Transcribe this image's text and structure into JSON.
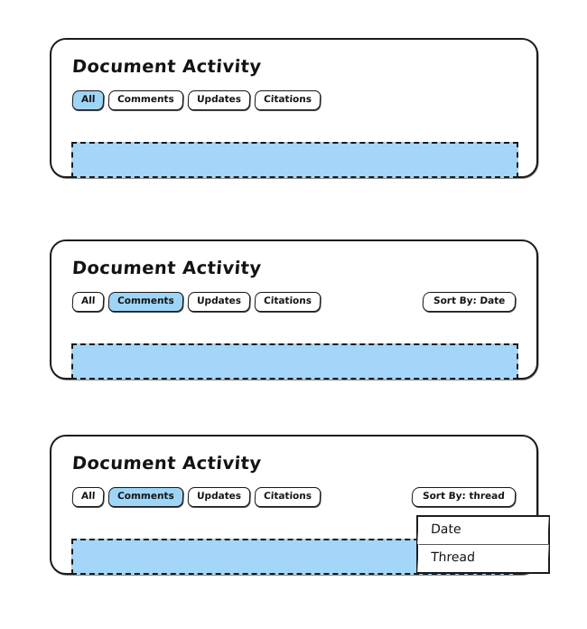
{
  "panels": [
    {
      "id": "panel-all",
      "title": "Document Activity",
      "tabs": [
        {
          "label": "All",
          "active": true
        },
        {
          "label": "Comments",
          "active": false
        },
        {
          "label": "Updates",
          "active": false
        },
        {
          "label": "Citations",
          "active": false
        }
      ],
      "sort_button": null,
      "content_placeholder": "",
      "dropdown": null
    },
    {
      "id": "panel-comments-date",
      "title": "Document Activity",
      "tabs": [
        {
          "label": "All",
          "active": false
        },
        {
          "label": "Comments",
          "active": true
        },
        {
          "label": "Updates",
          "active": false
        },
        {
          "label": "Citations",
          "active": false
        }
      ],
      "sort_button": "Sort By: Date",
      "content_placeholder": "",
      "dropdown": null
    },
    {
      "id": "panel-comments-thread",
      "title": "Document Activity",
      "tabs": [
        {
          "label": "All",
          "active": false
        },
        {
          "label": "Comments",
          "active": true
        },
        {
          "label": "Updates",
          "active": false
        },
        {
          "label": "Citations",
          "active": false
        }
      ],
      "sort_button": "Sort By: thread",
      "content_placeholder": "",
      "dropdown": {
        "open": true,
        "options": [
          "Date",
          "Thread"
        ]
      }
    }
  ],
  "colors": {
    "accent_blue": "#9ed5f7",
    "content_blue": "#a3d6f8",
    "stroke": "#1b1b1b",
    "background": "#ffffff"
  }
}
